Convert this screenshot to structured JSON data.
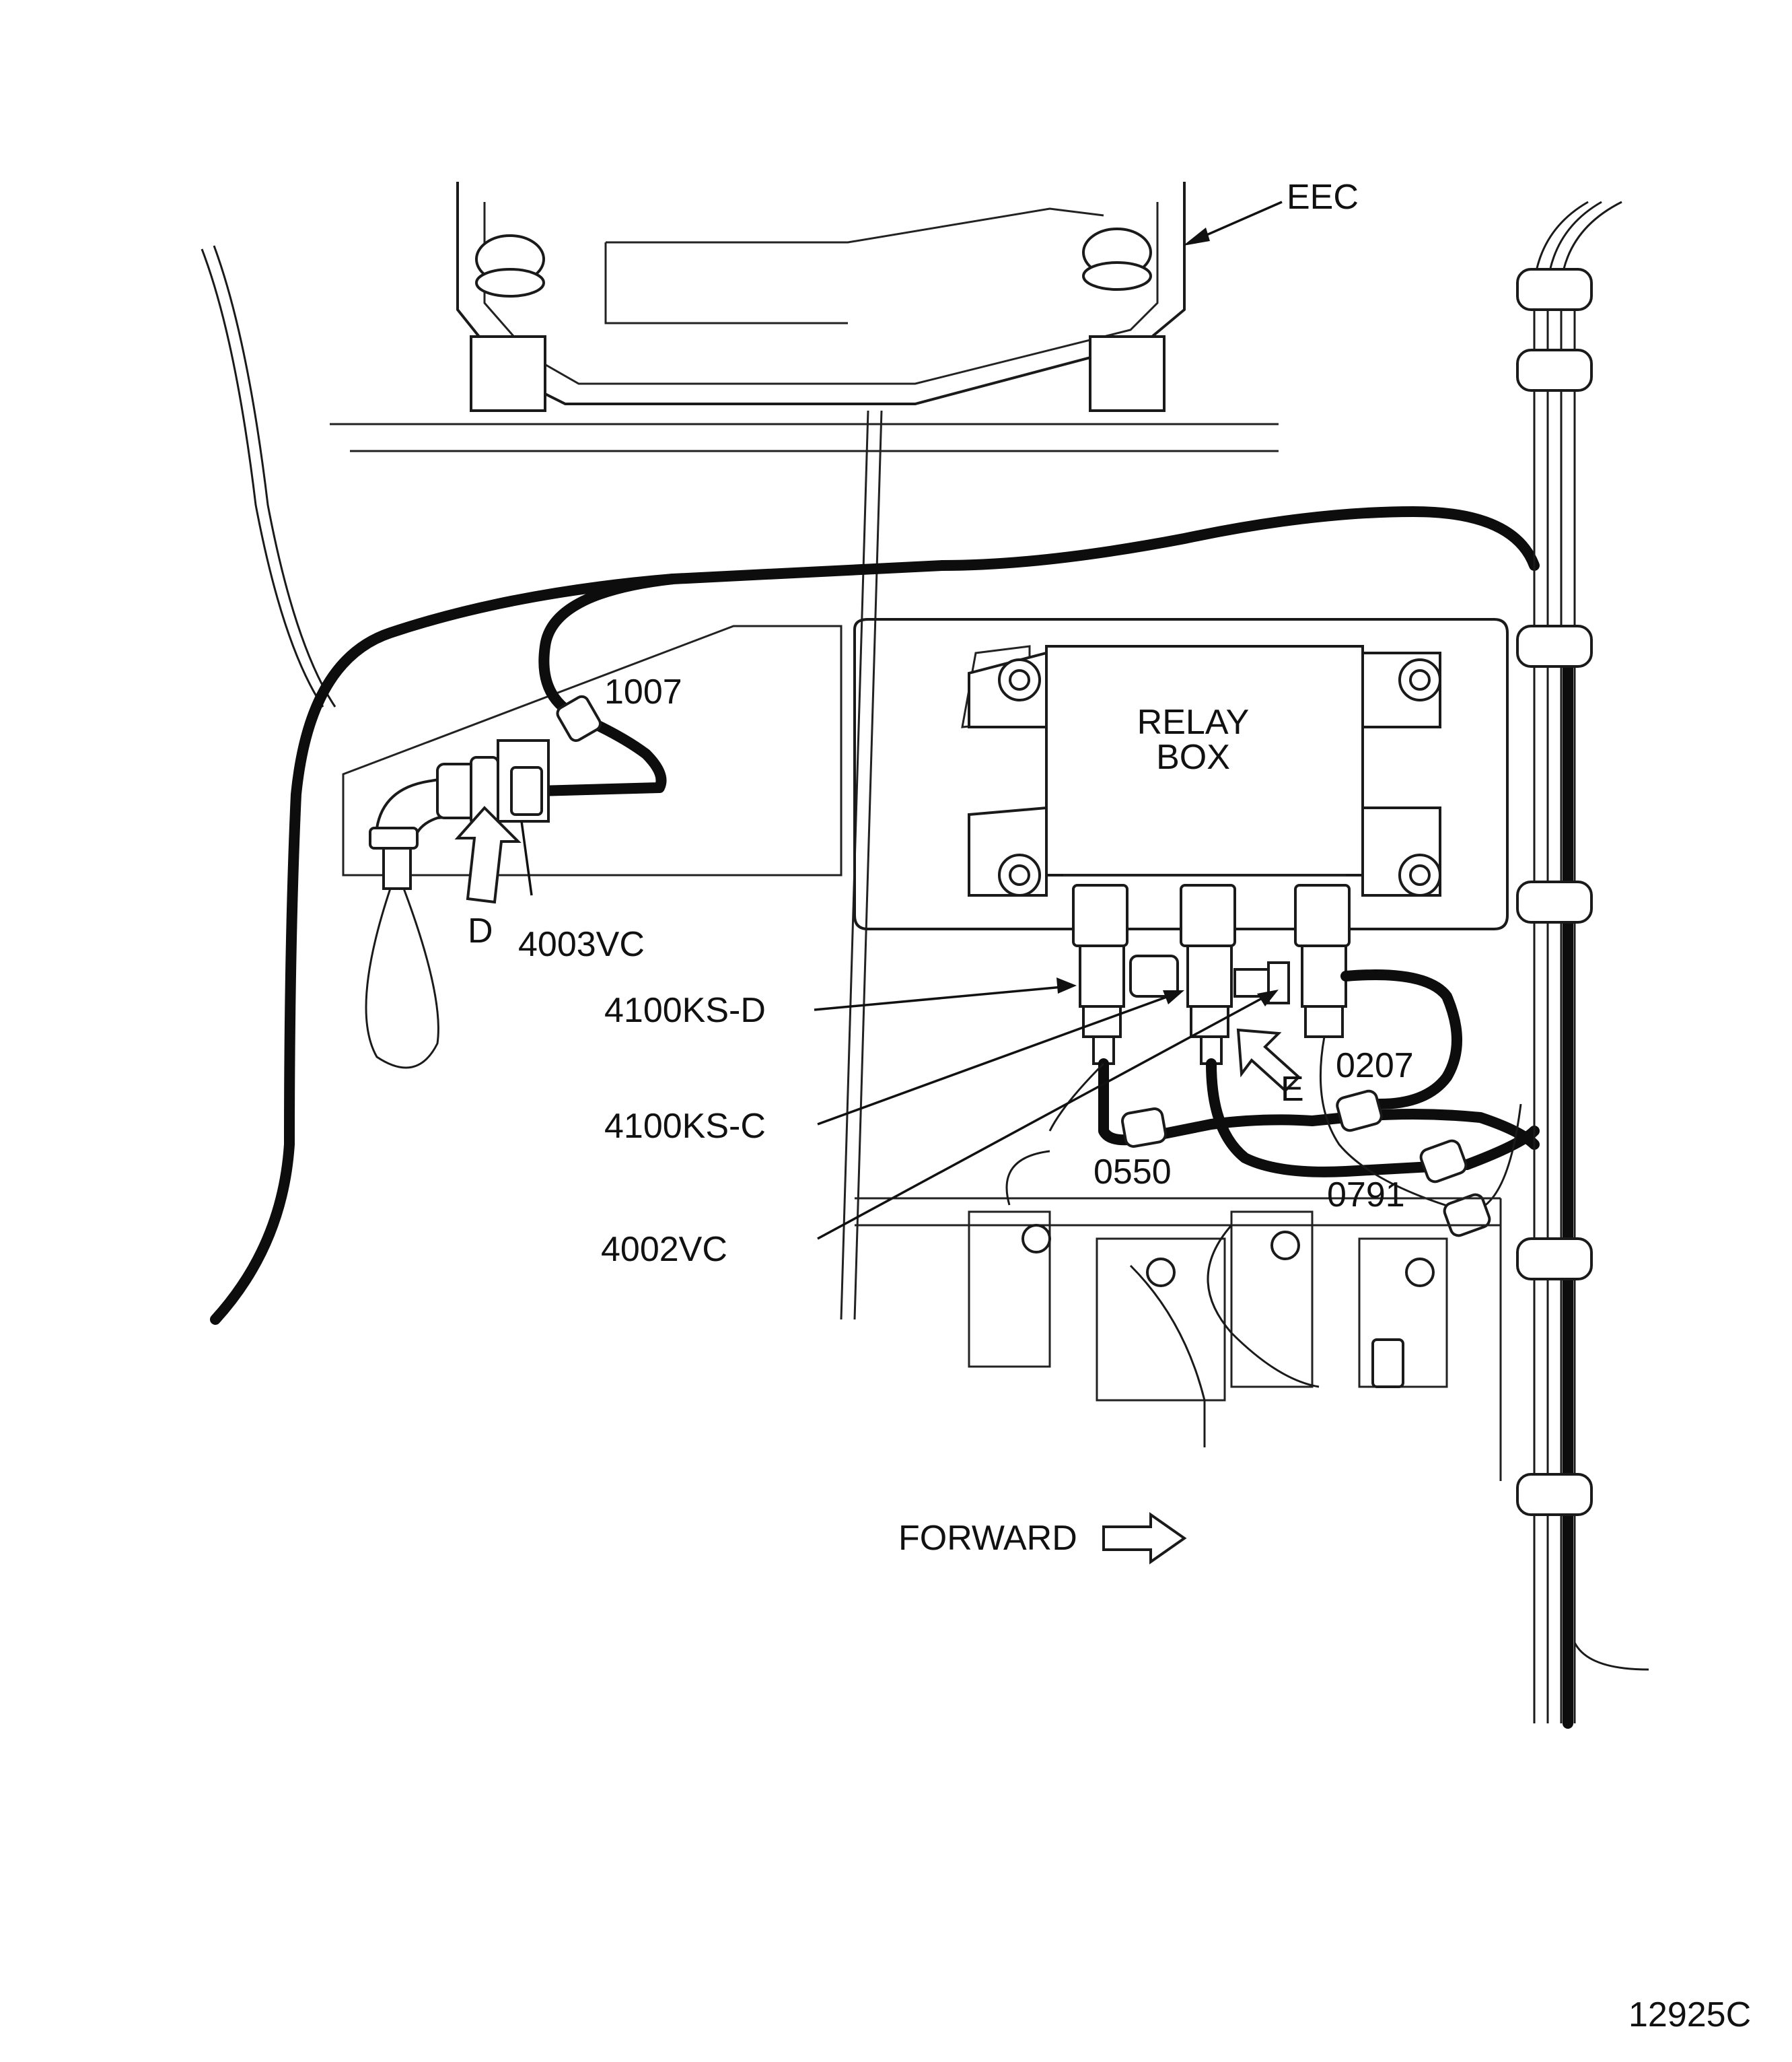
{
  "labels": {
    "eec": "EEC",
    "relay_box_line1": "RELAY",
    "relay_box_line2": "BOX",
    "conn_1007": "1007",
    "view_d": "D",
    "conn_4003vc": "4003VC",
    "conn_4100ks_d": "4100KS-D",
    "conn_4100ks_c": "4100KS-C",
    "conn_4002vc": "4002VC",
    "view_e": "E",
    "conn_0207": "0207",
    "conn_0550": "0550",
    "conn_0791": "0791",
    "forward": "FORWARD",
    "figure_number": "12925C"
  },
  "colors": {
    "line": "#1a1a1a",
    "cable": "#0d0d0d",
    "background": "#ffffff"
  }
}
